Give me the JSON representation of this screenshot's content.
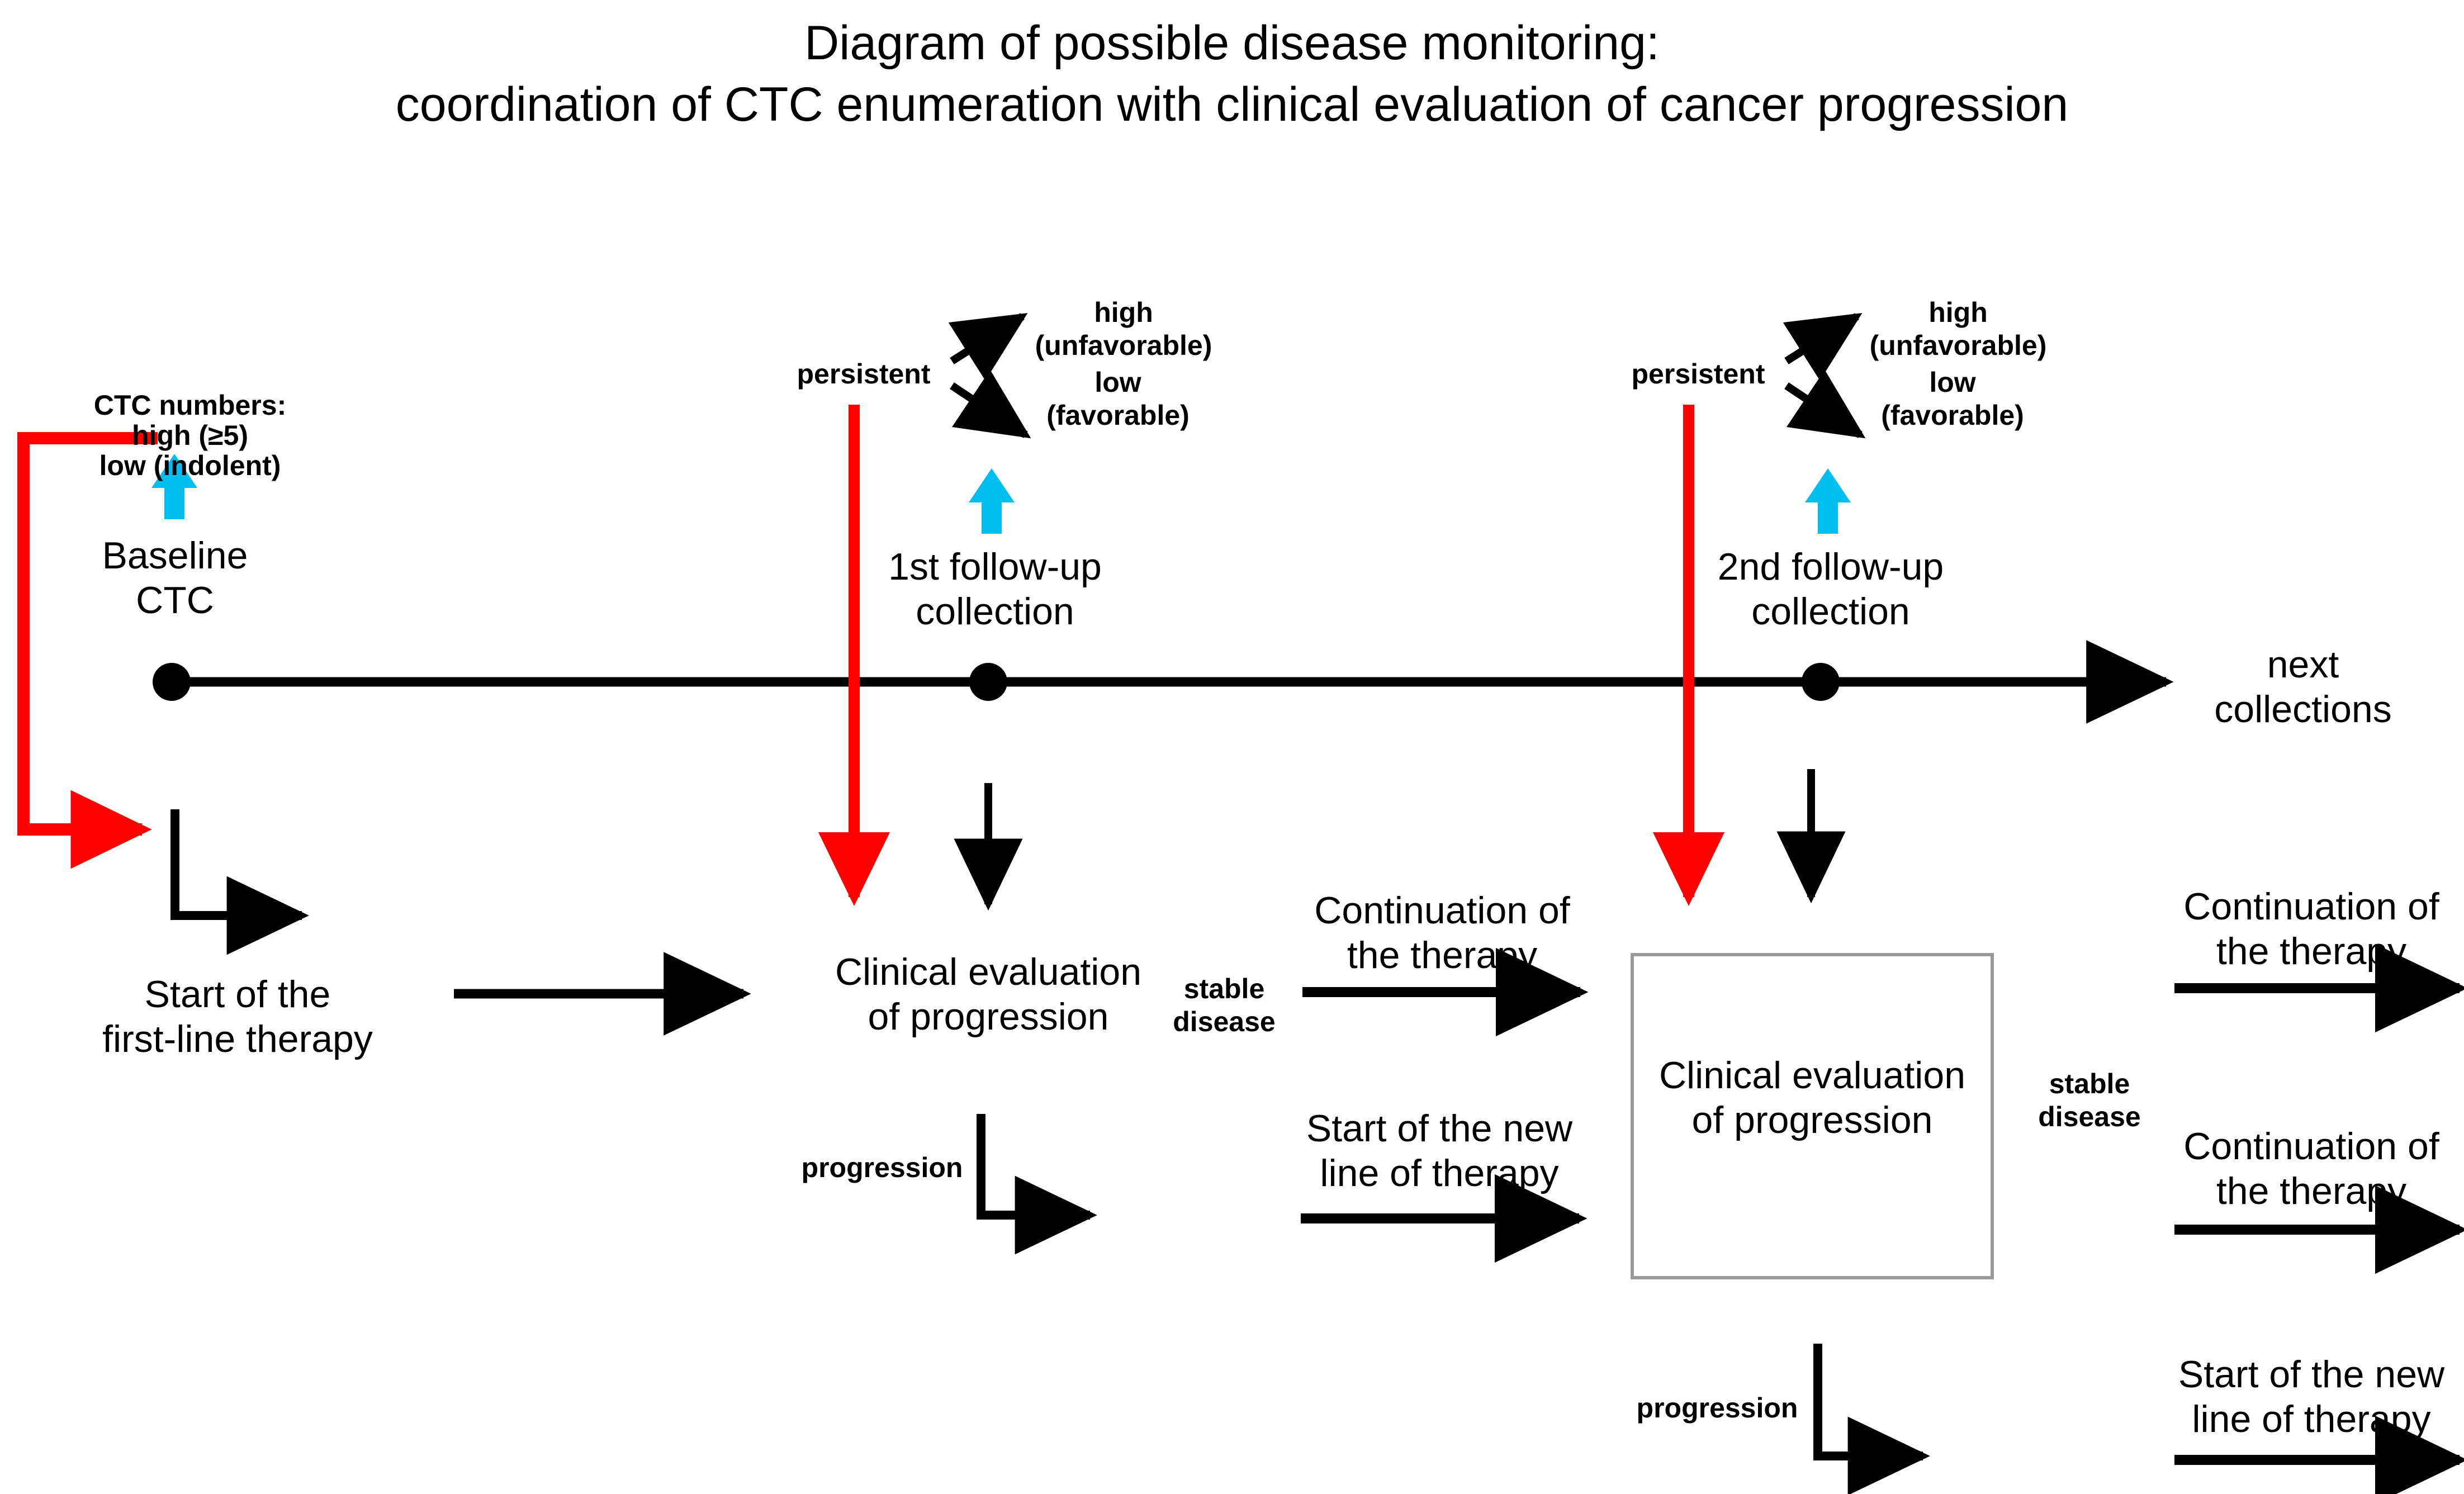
{
  "title": {
    "line1": "Diagram of possible disease monitoring:",
    "line2": "coordination of CTC enumeration with clinical evaluation of cancer progression"
  },
  "colors": {
    "red_feedback": "#FF0000",
    "cyan_arrow": "#00BFF0",
    "timeline": "#000000",
    "box_border": "#808080",
    "text": "#000000"
  },
  "baseline": {
    "ctc_numbers_label": "CTC numbers:",
    "ctc_high": "high (≥5)",
    "ctc_low": "low (indolent)",
    "collection_label_line1": "Baseline",
    "collection_label_line2": "CTC",
    "cyan_arrow_icon": "up-arrow-icon"
  },
  "followup1": {
    "persistent_label": "persistent",
    "branch_high_line1": "high",
    "branch_high_line2": "(unfavorable)",
    "branch_low_line1": "low",
    "branch_low_line2": "(favorable)",
    "collection_label_line1": "1st follow-up",
    "collection_label_line2": "collection",
    "cyan_arrow_icon": "up-arrow-icon"
  },
  "followup2": {
    "persistent_label": "persistent",
    "branch_high_line1": "high",
    "branch_high_line2": "(unfavorable)",
    "branch_low_line1": "low",
    "branch_low_line2": "(favorable)",
    "collection_label_line1": "2nd follow-up",
    "collection_label_line2": "collection",
    "cyan_arrow_icon": "up-arrow-icon"
  },
  "timeline": {
    "next_collections_line1": "next",
    "next_collections_line2": "collections",
    "marker_count": 3
  },
  "therapy_track": {
    "start_first_line_l1": "Start of the",
    "start_first_line_l2": "first-line therapy",
    "eval1_l1": "Clinical evaluation",
    "eval1_l2": "of progression",
    "eval1_stable_l1": "stable",
    "eval1_stable_l2": "disease",
    "eval1_continuation_l1": "Continuation of",
    "eval1_continuation_l2": "the therapy",
    "eval1_progression": "progression",
    "eval1_new_line_l1": "Start of the new",
    "eval1_new_line_l2": "line of therapy",
    "eval2_l1": "Clinical evaluation",
    "eval2_l2": "of progression",
    "eval2_stable_l1": "stable",
    "eval2_stable_l2": "disease",
    "eval2_continuation_top_l1": "Continuation of",
    "eval2_continuation_top_l2": "the therapy",
    "eval2_continuation_bottom_l1": "Continuation of",
    "eval2_continuation_bottom_l2": "the therapy",
    "eval2_progression": "progression",
    "eval2_new_line_l1": "Start of the new",
    "eval2_new_line_l2": "line of therapy"
  }
}
